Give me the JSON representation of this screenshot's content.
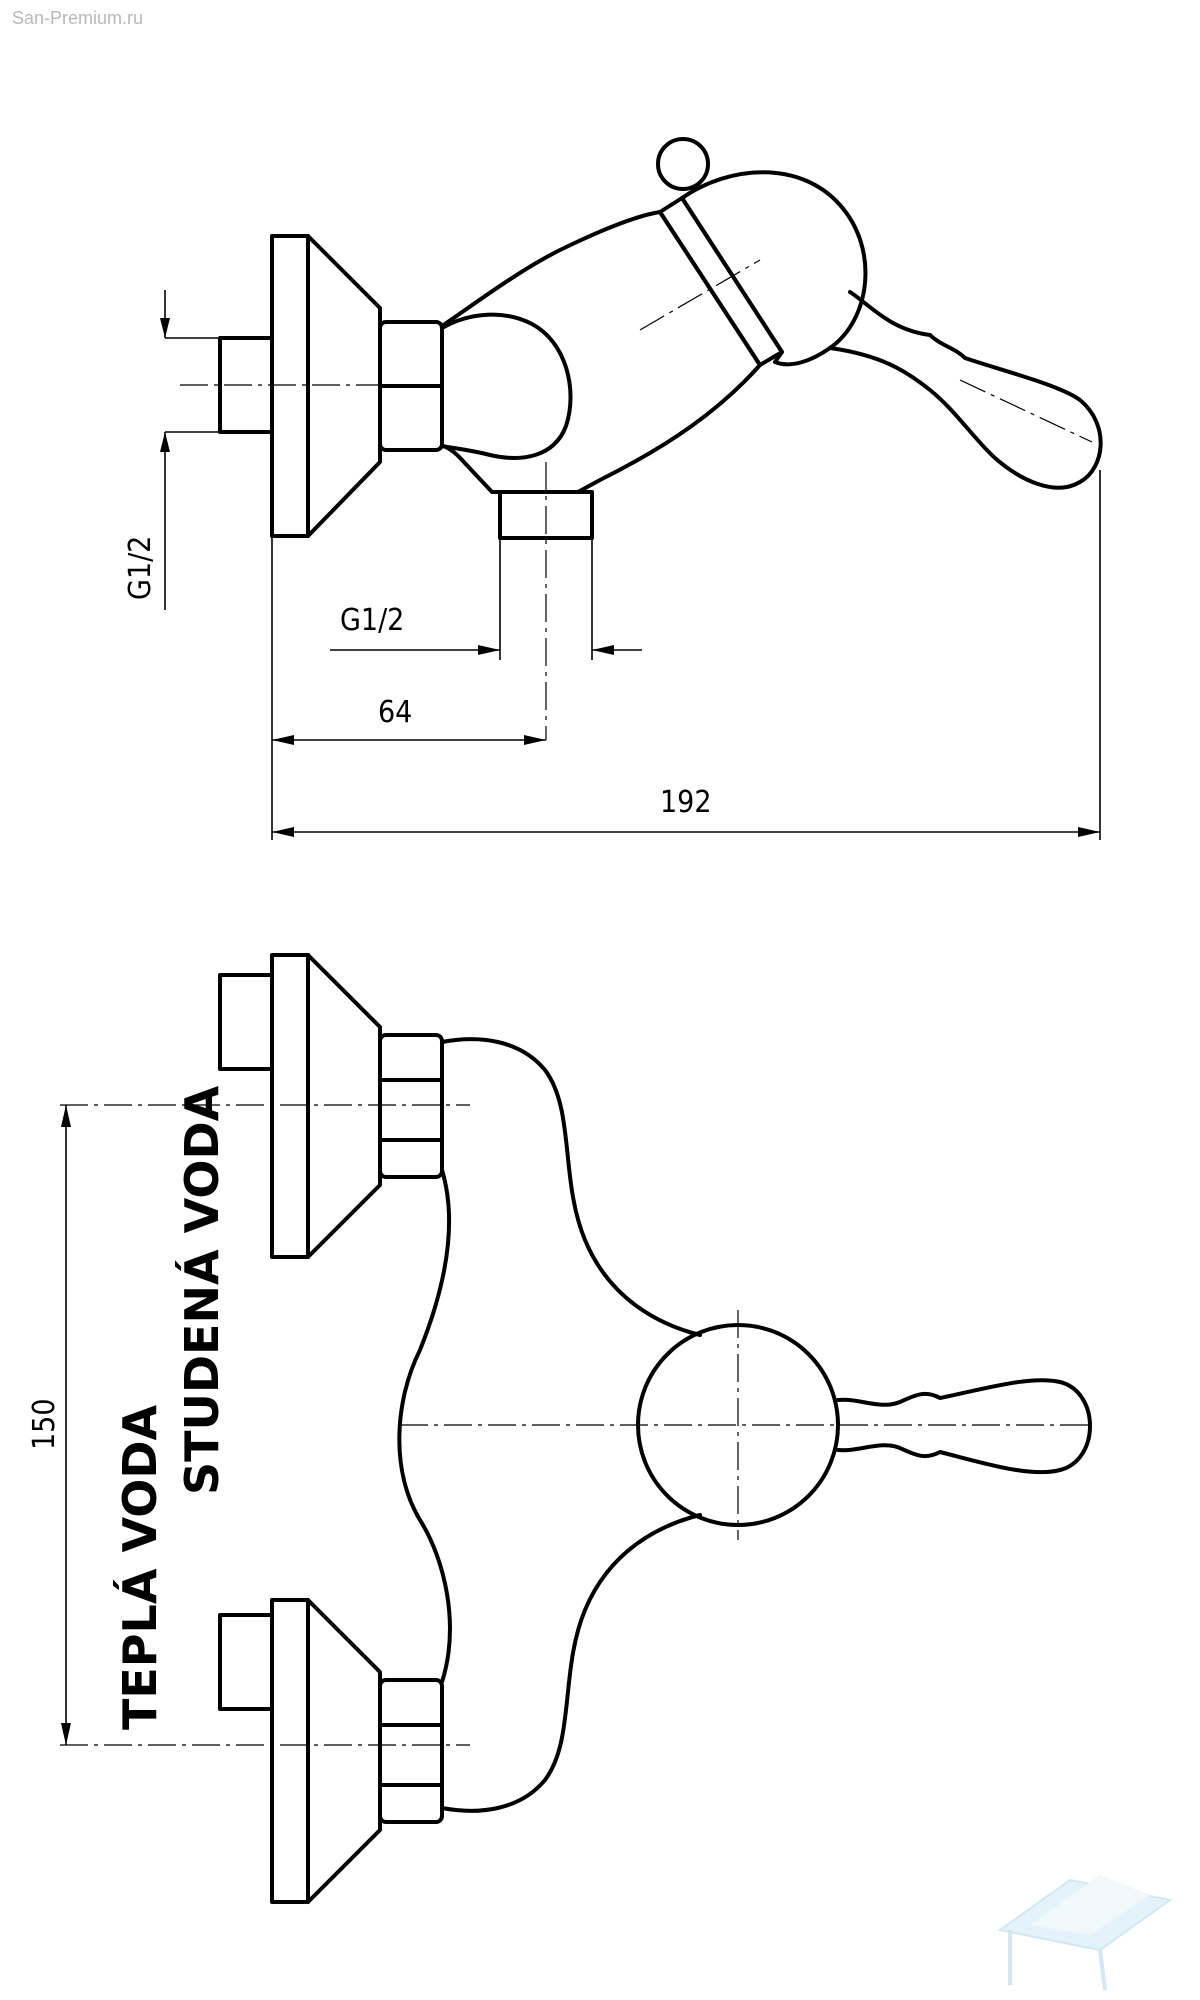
{
  "watermark": {
    "site": "San-Premium.ru"
  },
  "side_view": {
    "dim_thread_inlet": "G1/2",
    "dim_thread_outlet": "G1/2",
    "dim_depth": "64",
    "dim_total": "192"
  },
  "front_view": {
    "dim_spacing": "150",
    "label_cold": "STUDENÁ VODA",
    "label_hot": "TEPLÁ VODA"
  },
  "colors": {
    "line": "#000000",
    "logo": "#bfe3f2"
  }
}
